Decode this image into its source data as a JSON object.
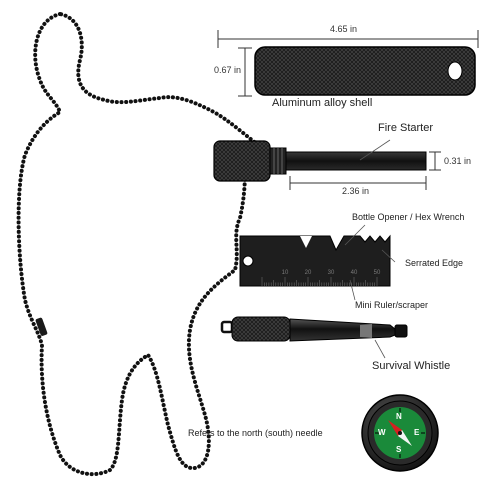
{
  "dimensions": {
    "shell_length": "4.65 in",
    "shell_diameter": "0.67 in",
    "rod_diameter": "0.31 in",
    "rod_length": "2.36 in"
  },
  "parts": {
    "shell": "Aluminum alloy shell",
    "fire_starter": "Fire Starter",
    "bottle_opener": "Bottle Opener / Hex Wrench",
    "serrated_edge": "Serrated Edge",
    "ruler": "Mini Ruler/scraper",
    "whistle": "Survival Whistle",
    "compass_note": "Refers to the north (south) needle"
  },
  "ruler_marks": [
    "10",
    "20",
    "30",
    "40",
    "50"
  ],
  "compass_letters": {
    "n": "N",
    "e": "E",
    "s": "S",
    "w": "W"
  },
  "colors": {
    "metal": "#1c1c1c",
    "compass_face": "#1a8a3a",
    "compass_needle": "#d62020"
  }
}
